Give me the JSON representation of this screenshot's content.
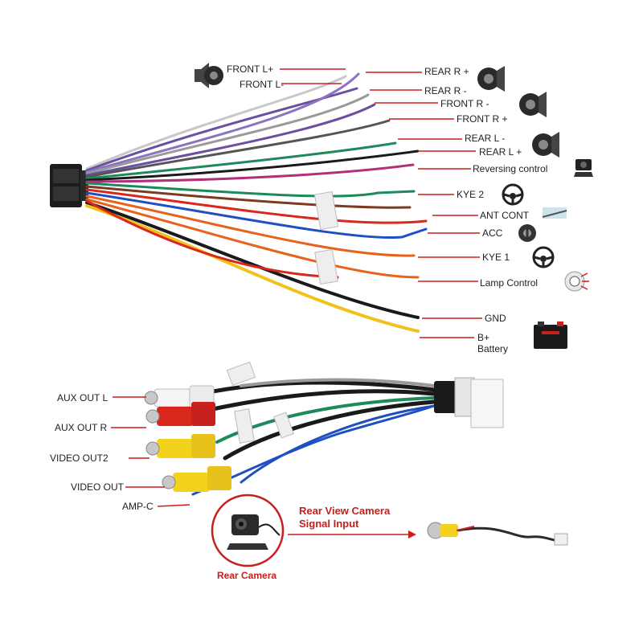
{
  "harness_labels": {
    "front_l_plus": "FRONT L+",
    "front_l_minus": "FRONT L-",
    "rear_r_plus": "REAR R +",
    "rear_r_minus": "REAR R -",
    "front_r_minus": "FRONT R -",
    "front_r_plus": "FRONT R +",
    "rear_l_minus": "REAR L -",
    "rear_l_plus": "REAR L +",
    "reversing_control": "Reversing control",
    "kye2": "KYE 2",
    "ant_cont": "ANT CONT",
    "acc": "ACC",
    "kye1": "KYE 1",
    "lamp_control": "Lamp Control",
    "gnd": "GND",
    "b_plus": "B+",
    "battery": "Battery"
  },
  "rca_labels": {
    "aux_out_l": "AUX OUT L",
    "aux_out_r": "AUX OUT R",
    "video_out2": "VIDEO OUT2",
    "video_out": "VIDEO OUT",
    "amp_c": "AMP-C"
  },
  "camera": {
    "title_line1": "Rear View Camera",
    "title_line2": "Signal Input",
    "rear_camera": "Rear Camera"
  },
  "colors": {
    "label_line": "#c8201c",
    "accent_text": "#c8201c",
    "wire_purple": "#6b4fa0",
    "wire_gray": "#9a9a9a",
    "wire_green": "#1d8a5a",
    "wire_blue": "#1f4fc0",
    "wire_red": "#d8281c",
    "wire_orange": "#e8621c",
    "wire_yellow": "#f2c21c",
    "wire_black": "#1a1a1a",
    "wire_brown": "#7a3b22",
    "wire_pink": "#b0307a"
  }
}
